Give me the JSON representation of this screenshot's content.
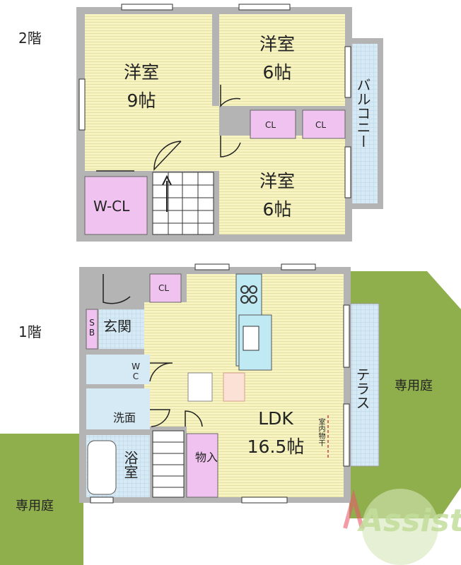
{
  "floors": {
    "second": "2階",
    "first": "1階"
  },
  "rooms2f": {
    "western_left": {
      "name": "洋室",
      "size": "9帖"
    },
    "western_top_right": {
      "name": "洋室",
      "size": "6帖"
    },
    "western_bottom_right": {
      "name": "洋室",
      "size": "6帖"
    },
    "balcony": "バルコニー",
    "closet_a": "CL",
    "closet_b": "CL",
    "walk_in_closet": "W-CL"
  },
  "rooms1f": {
    "closet": "CL",
    "shoe_box": "SB",
    "entrance": "玄関",
    "toilet": "WC",
    "washroom": "洗面",
    "bathroom": "浴室",
    "storage": "物入",
    "ldk": {
      "name": "LDK",
      "size": "16.5帖"
    },
    "indoor_drying": "室内物干",
    "terrace": "テラス",
    "garden_right": "専用庭",
    "garden_left": "専用庭"
  },
  "logo": "Assist",
  "colors": {
    "floor": "#f7f4c2",
    "closet": "#f0c2ef",
    "balcony": "#c9dbe8",
    "garden": "#8fae4c",
    "wall": "#b4b4b4",
    "wet": "#d6eaf5",
    "kitchen": "#bfeaf3"
  }
}
